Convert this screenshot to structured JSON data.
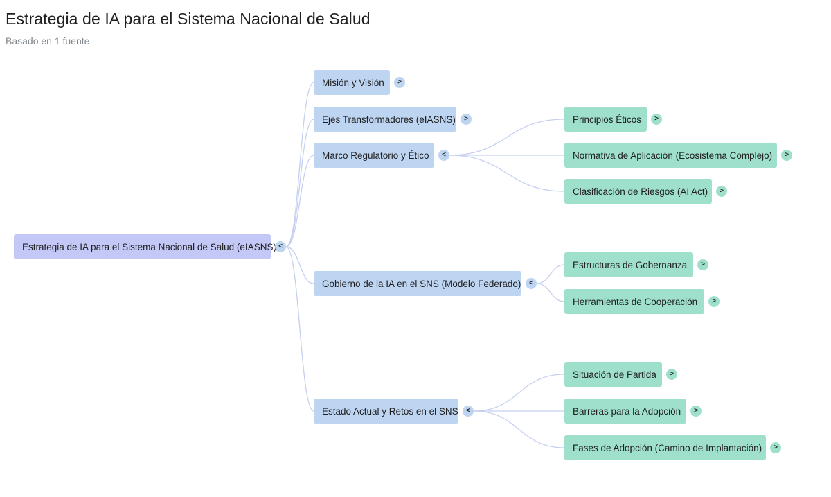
{
  "header": {
    "title": "Estrategia de IA para el Sistema Nacional de Salud",
    "subtitle": "Basado en 1 fuente"
  },
  "mindmap": {
    "root": {
      "label": "Estrategia de IA para el Sistema Nacional de Salud (eIASNS)",
      "toggle": "<"
    },
    "branches": [
      {
        "label": "Misión y Visión",
        "toggle": ">",
        "children": []
      },
      {
        "label": "Ejes Transformadores (eIASNS)",
        "toggle": ">",
        "children": []
      },
      {
        "label": "Marco Regulatorio y Ético",
        "toggle": "<",
        "children": [
          {
            "label": "Principios Éticos",
            "toggle": ">"
          },
          {
            "label": "Normativa de Aplicación (Ecosistema Complejo)",
            "toggle": ">"
          },
          {
            "label": "Clasificación de Riesgos (AI Act)",
            "toggle": ">"
          }
        ]
      },
      {
        "label": "Gobierno de la IA en el SNS (Modelo Federado)",
        "toggle": "<",
        "children": [
          {
            "label": "Estructuras de Gobernanza",
            "toggle": ">"
          },
          {
            "label": "Herramientas de Cooperación",
            "toggle": ">"
          }
        ]
      },
      {
        "label": "Estado Actual y Retos en el SNS",
        "toggle": "<",
        "children": [
          {
            "label": "Situación de Partida",
            "toggle": ">"
          },
          {
            "label": "Barreras para la Adopción",
            "toggle": ">"
          },
          {
            "label": "Fases de Adopción (Camino de Implantación)",
            "toggle": ">"
          }
        ]
      }
    ]
  },
  "colors": {
    "root_fill": "#c3c8f7",
    "branch_fill": "#bed5f2",
    "leaf_fill": "#9fe0cc",
    "edge": "#c5cff0"
  }
}
